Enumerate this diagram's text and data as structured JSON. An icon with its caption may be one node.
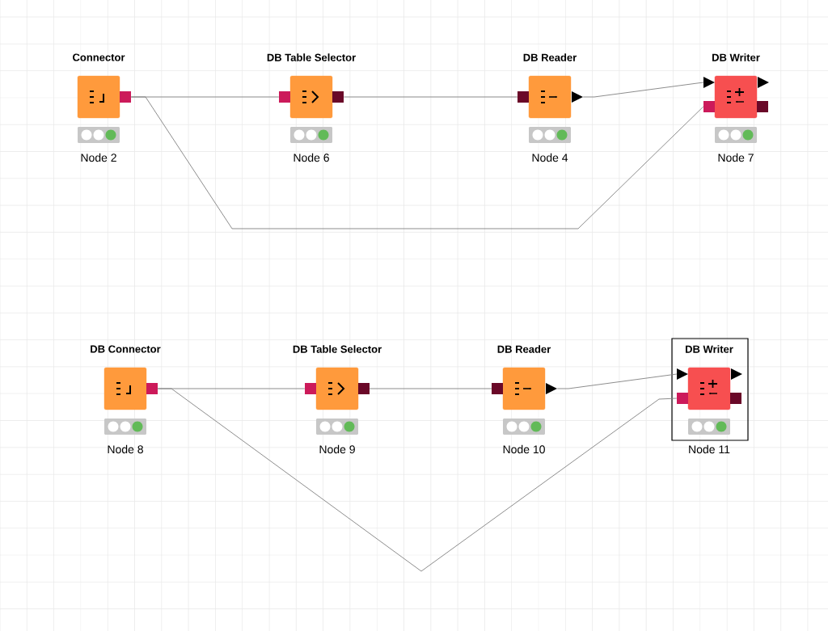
{
  "diagram": {
    "nodes": [
      {
        "text": [
          "Connector"
        ],
        "beside": [
          "Node 2"
        ]
      },
      {
        "text": [
          "DB Table Selector"
        ],
        "beside": [
          "Node 6"
        ]
      },
      {
        "text": [
          "DB Reader"
        ],
        "beside": [
          "Node 4"
        ]
      },
      {
        "text": [
          "DB Writer"
        ],
        "beside": [
          "Node 7"
        ]
      },
      {
        "text": [
          "DB Connector"
        ],
        "beside": [
          "Node 8"
        ]
      },
      {
        "text": [
          "DB Table Selector"
        ],
        "beside": [
          "Node 9"
        ]
      },
      {
        "text": [
          "DB Reader"
        ],
        "beside": [
          "Node 10"
        ]
      },
      {
        "text": [
          "DB Writer"
        ],
        "beside": [
          "Node 11"
        ]
      }
    ],
    "edges": [
      {
        "from": 0,
        "to": 1,
        "arrow": "none"
      },
      {
        "from": 1,
        "to": 2,
        "arrow": "none"
      },
      {
        "from": 2,
        "to": 3,
        "arrow": "none"
      },
      {
        "from": 0,
        "to": 3,
        "arrow": "none"
      },
      {
        "from": 4,
        "to": 5,
        "arrow": "none"
      },
      {
        "from": 5,
        "to": 6,
        "arrow": "none"
      },
      {
        "from": 6,
        "to": 7,
        "arrow": "none"
      },
      {
        "from": 4,
        "to": 7,
        "arrow": "none"
      }
    ]
  }
}
